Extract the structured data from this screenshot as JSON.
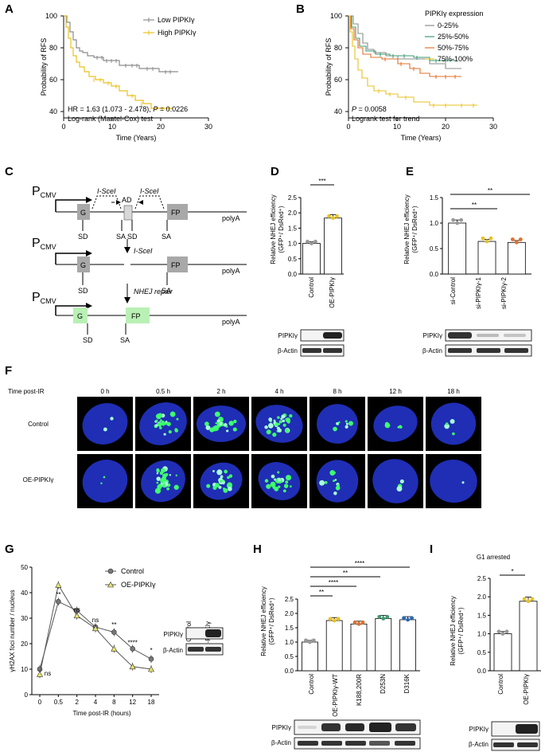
{
  "panels": {
    "a": "A",
    "b": "B",
    "c": "C",
    "d": "D",
    "e": "E",
    "f": "F",
    "g": "G",
    "h": "H",
    "i": "I"
  },
  "km_a": {
    "ylabel": "Probability of RFS",
    "xlabel": "Time (Years)",
    "xticks": [
      "0",
      "10",
      "20",
      "30"
    ],
    "yticks": [
      "100",
      "80",
      "60",
      "40"
    ],
    "legend": [
      "Low PIPKIγ",
      "High PIPKIγ"
    ],
    "hr": "HR = 1.63 (1.073 - 2.478), ",
    "p_label": "P",
    "p_value": " = 0.0226",
    "test": "Log-rank (Mantel-Cox) test",
    "colors": [
      "#8c8c8c",
      "#e8c222"
    ]
  },
  "km_b": {
    "ylabel": "Probability of RFS",
    "xlabel": "Time (Years)",
    "xticks": [
      "0",
      "10",
      "20",
      "30"
    ],
    "yticks": [
      "100",
      "80",
      "60",
      "40"
    ],
    "legend_title": "PIPKIγ expression",
    "legend": [
      "0-25%",
      "25%-50%",
      "50%-75%",
      "75%-100%"
    ],
    "p_label": "P",
    "p_value": " = 0.0058",
    "test": "Logrank test for trend",
    "colors": [
      "#8c8c8c",
      "#3f9a72",
      "#e2702a",
      "#e8c222"
    ]
  },
  "construct": {
    "pcmv": "P",
    "pcmv_sub": "CMV",
    "isce1": "I-SceI",
    "isce2": "I-SceI",
    "isce3": "I-SceI",
    "ad": "AD",
    "g": "G",
    "fp": "FP",
    "polya": "polyA",
    "sd": "SD",
    "sa": "SA",
    "sasd": "SA SD",
    "nhej": "NHEJ repair"
  },
  "nhej_ylabel": "Relative NHEJ efficiency",
  "nhej_ylabel2": "(GFP⁺/ DsRed⁺)",
  "blot_pipk": "PIPKIγ",
  "blot_actin": "β-Actin",
  "sig": {
    "s1": "*",
    "s2": "**",
    "s3": "***",
    "s4": "****",
    "ns": "ns"
  },
  "d_groups": [
    "Control",
    "OE-PIPKIγ"
  ],
  "d_yticks": [
    "0.0",
    "0.5",
    "1.0",
    "1.5",
    "2.0",
    "2.5"
  ],
  "e_groups": [
    "si-Control",
    "si-PIPKIγ-1",
    "si-PIPKIγ-2"
  ],
  "e_yticks": [
    "0.0",
    "0.5",
    "1.0",
    "1.5"
  ],
  "f": {
    "time_label": "Time post-IR",
    "times": [
      "0 h",
      "0.5 h",
      "2 h",
      "4 h",
      "8 h",
      "12 h",
      "18 h"
    ],
    "rows": [
      "Control",
      "OE-PIPKIγ"
    ]
  },
  "g": {
    "ylabel": "γH2AX foci number / nucleus",
    "xlabel": "Time post-IR (hours)",
    "xticks": [
      "0",
      "0.5",
      "2",
      "4",
      "8",
      "12",
      "18"
    ],
    "yticks": [
      "0",
      "10",
      "20",
      "30",
      "40",
      "50"
    ],
    "legend": [
      "Control",
      "OE-PIPKIγ"
    ],
    "blot_groups": [
      "Control",
      "OE-PIPKIγ"
    ]
  },
  "h_groups": [
    "Control",
    "OE-PIPKIγ-WT",
    "K188,200R",
    "D253N",
    "D316K"
  ],
  "h_yticks": [
    "0.0",
    "0.5",
    "1.0",
    "1.5",
    "2.0",
    "2.5"
  ],
  "i_title": "G1 arrested",
  "i_groups": [
    "Control",
    "OE-PIPKIγ"
  ],
  "i_yticks": [
    "0.0",
    "0.5",
    "1.0",
    "1.5",
    "2.0",
    "2.5"
  ],
  "chart_data": [
    {
      "type": "line",
      "panel": "D",
      "categories": [
        "Control",
        "OE-PIPKIγ"
      ],
      "values": [
        1.0,
        1.83
      ],
      "ylim": [
        0,
        2.5
      ]
    },
    {
      "type": "bar",
      "panel": "E",
      "categories": [
        "si-Control",
        "si-PIPKIγ-1",
        "si-PIPKIγ-2"
      ],
      "values": [
        1.0,
        0.64,
        0.62
      ],
      "ylim": [
        0,
        1.5
      ]
    },
    {
      "type": "line",
      "panel": "G",
      "x": [
        0,
        0.5,
        2,
        4,
        8,
        12,
        18
      ],
      "series": [
        {
          "name": "Control",
          "values": [
            10,
            36.5,
            33,
            26.5,
            24.5,
            18,
            14
          ]
        },
        {
          "name": "OE-PIPKIγ",
          "values": [
            8,
            43,
            31,
            26,
            18,
            11,
            10
          ]
        }
      ],
      "ylim": [
        0,
        50
      ]
    },
    {
      "type": "bar",
      "panel": "H",
      "categories": [
        "Control",
        "OE-PIPKIγ-WT",
        "K188,200R",
        "D253N",
        "D316K"
      ],
      "values": [
        1.0,
        1.75,
        1.63,
        1.82,
        1.78
      ],
      "ylim": [
        0,
        2.5
      ]
    },
    {
      "type": "bar",
      "panel": "I",
      "categories": [
        "Control",
        "OE-PIPKIγ"
      ],
      "values": [
        1.0,
        1.88
      ],
      "ylim": [
        0,
        2.5
      ]
    }
  ]
}
